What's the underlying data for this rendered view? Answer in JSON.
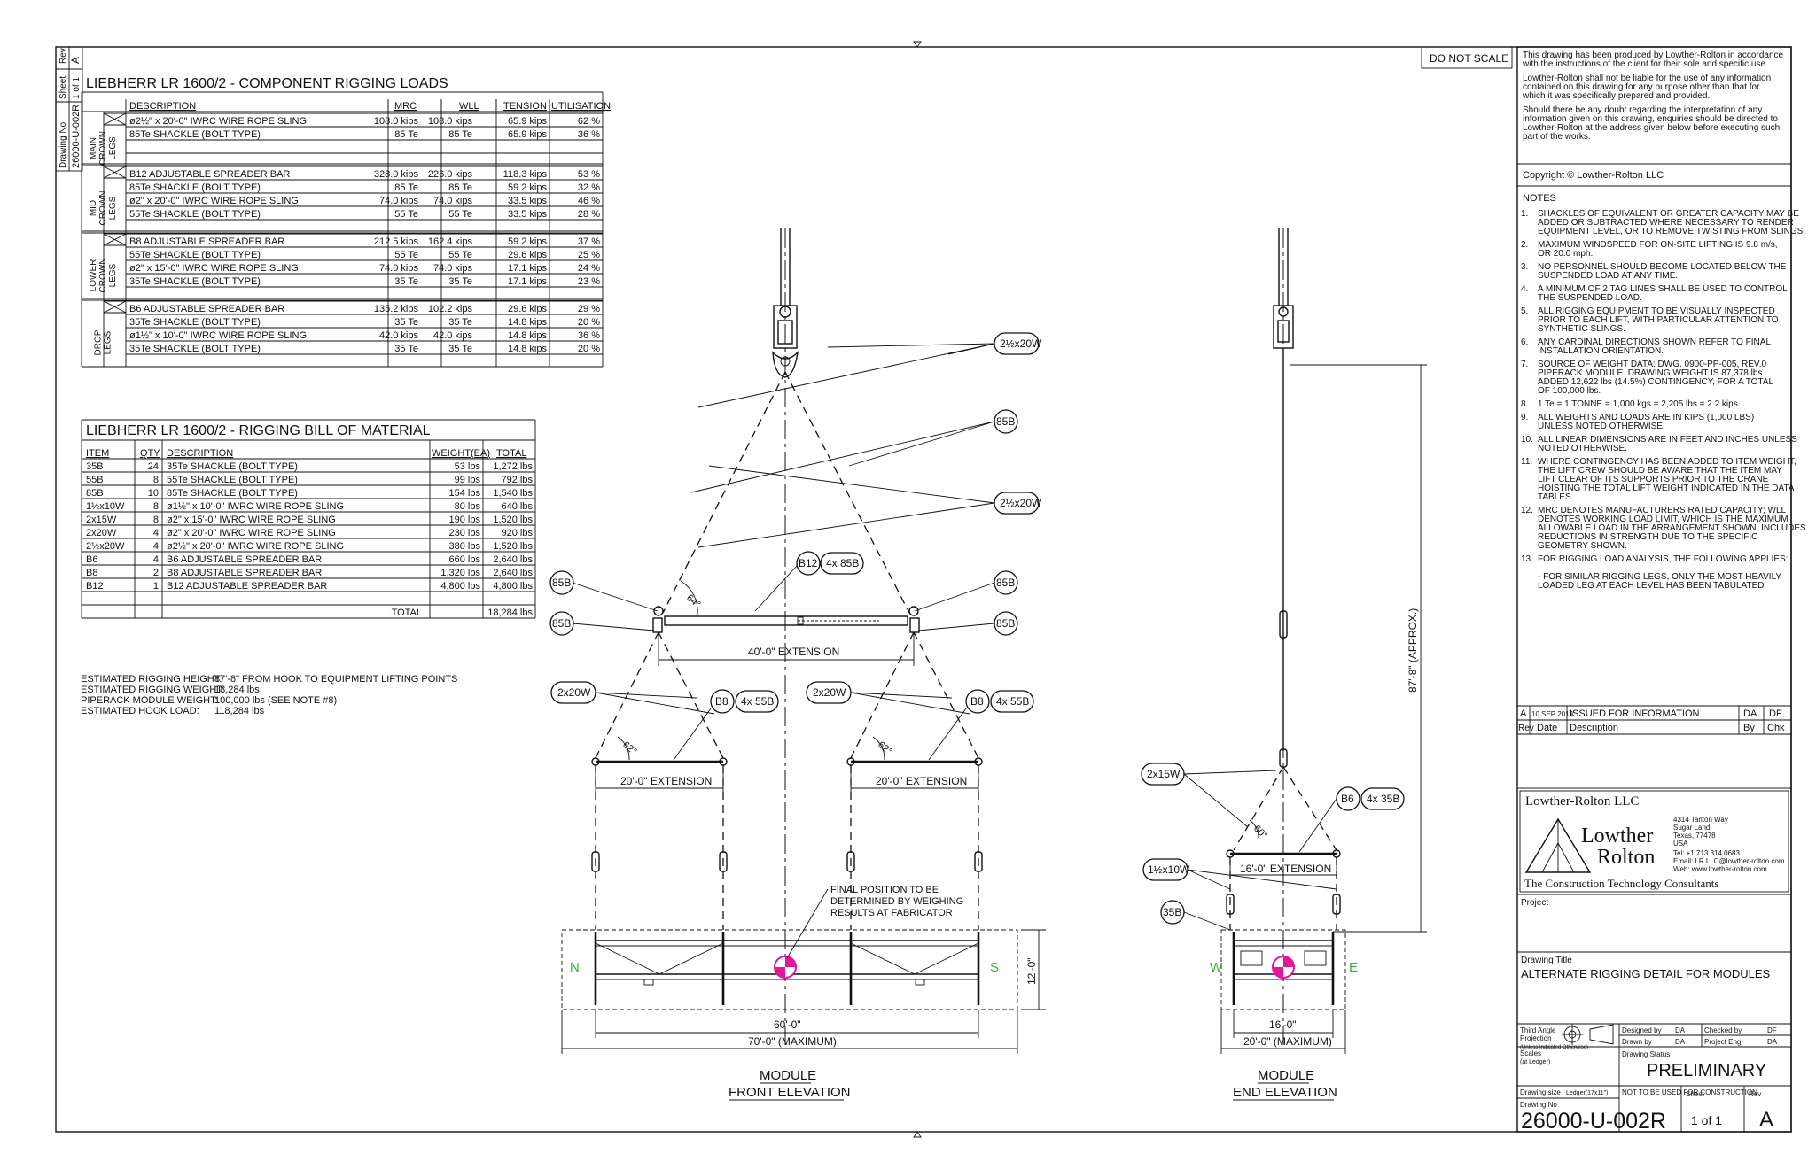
{
  "do_not_scale": "DO NOT SCALE",
  "border": {
    "rev_label": "Rev",
    "rev_value": "A",
    "sheet_label": "Sheet",
    "sheet_value": "1 of 1",
    "drawing_no_label": "Drawing No",
    "drawing_no_value": "26000-U-002R"
  },
  "component_table": {
    "title": "LIEBHERR LR 1600/2 - COMPONENT RIGGING LOADS",
    "headers": [
      "DESCRIPTION",
      "MRC",
      "WLL",
      "TENSION",
      "UTILISATION"
    ],
    "groups": [
      {
        "label": "MAIN CROWN LEGS",
        "rows": [
          [
            "ø2½\" x 20'-0\" IWRC WIRE ROPE SLING",
            "108.0 kips",
            "108.0 kips",
            "65.9 kips",
            "62 %"
          ],
          [
            "85Te SHACKLE (BOLT TYPE)",
            "85 Te",
            "85 Te",
            "65.9 kips",
            "36 %"
          ],
          [
            "",
            "",
            "",
            "",
            ""
          ]
        ]
      },
      {
        "label": "MID CROWN LEGS",
        "rows": [
          [
            "B12 ADJUSTABLE SPREADER BAR",
            "328.0 kips",
            "226.0 kips",
            "118.3 kips",
            "53 %"
          ],
          [
            "85Te SHACKLE (BOLT TYPE)",
            "85 Te",
            "85 Te",
            "59.2 kips",
            "32 %"
          ],
          [
            "ø2\" x 20'-0\" IWRC WIRE ROPE SLING",
            "74.0 kips",
            "74.0 kips",
            "33.5 kips",
            "46 %"
          ],
          [
            "55Te SHACKLE (BOLT TYPE)",
            "55 Te",
            "55 Te",
            "33.5 kips",
            "28 %"
          ]
        ]
      },
      {
        "label": "LOWER CROWN LEGS",
        "rows": [
          [
            "B8 ADJUSTABLE SPREADER BAR",
            "212.5 kips",
            "162.4 kips",
            "59.2 kips",
            "37 %"
          ],
          [
            "55Te SHACKLE (BOLT TYPE)",
            "55 Te",
            "55 Te",
            "29.6 kips",
            "25 %"
          ],
          [
            "ø2\" x 15'-0\" IWRC WIRE ROPE SLING",
            "74.0 kips",
            "74.0 kips",
            "17.1 kips",
            "24 %"
          ],
          [
            "35Te SHACKLE (BOLT TYPE)",
            "35 Te",
            "35 Te",
            "17.1 kips",
            "23 %"
          ]
        ]
      },
      {
        "label": "DROP LEGS",
        "rows": [
          [
            "B6 ADJUSTABLE SPREADER BAR",
            "135.2 kips",
            "102.2 kips",
            "29.6 kips",
            "29 %"
          ],
          [
            "35Te SHACKLE (BOLT TYPE)",
            "35 Te",
            "35 Te",
            "14.8 kips",
            "20 %"
          ],
          [
            "ø1½\" x 10'-0\" IWRC WIRE ROPE SLING",
            "42.0 kips",
            "42.0 kips",
            "14.8 kips",
            "36 %"
          ],
          [
            "35Te SHACKLE (BOLT TYPE)",
            "35 Te",
            "35 Te",
            "14.8 kips",
            "20 %"
          ]
        ]
      }
    ]
  },
  "bom_table": {
    "title": "LIEBHERR LR 1600/2 - RIGGING BILL OF MATERIAL",
    "headers": [
      "ITEM",
      "QTY",
      "DESCRIPTION",
      "WEIGHT(EA)",
      "TOTAL"
    ],
    "rows": [
      [
        "35B",
        "24",
        "35Te SHACKLE (BOLT TYPE)",
        "53 lbs",
        "1,272 lbs"
      ],
      [
        "55B",
        "8",
        "55Te SHACKLE (BOLT TYPE)",
        "99 lbs",
        "792 lbs"
      ],
      [
        "85B",
        "10",
        "85Te SHACKLE (BOLT TYPE)",
        "154 lbs",
        "1,540 lbs"
      ],
      [
        "1½x10W",
        "8",
        "ø1½\" x 10'-0\" IWRC WIRE ROPE SLING",
        "80 lbs",
        "640 lbs"
      ],
      [
        "2x15W",
        "8",
        "ø2\" x 15'-0\" IWRC WIRE ROPE SLING",
        "190 lbs",
        "1,520 lbs"
      ],
      [
        "2x20W",
        "4",
        "ø2\" x 20'-0\" IWRC WIRE ROPE SLING",
        "230 lbs",
        "920 lbs"
      ],
      [
        "2½x20W",
        "4",
        "ø2½\" x 20'-0\" IWRC WIRE ROPE SLING",
        "380 lbs",
        "1,520 lbs"
      ],
      [
        "B6",
        "4",
        "B6 ADJUSTABLE SPREADER BAR",
        "660 lbs",
        "2,640 lbs"
      ],
      [
        "B8",
        "2",
        "B8 ADJUSTABLE SPREADER BAR",
        "1,320 lbs",
        "2,640 lbs"
      ],
      [
        "B12",
        "1",
        "B12 ADJUSTABLE SPREADER BAR",
        "4,800 lbs",
        "4,800 lbs"
      ],
      [
        "",
        "",
        "",
        "",
        ""
      ]
    ],
    "total_label": "TOTAL",
    "total_value": "18,284 lbs"
  },
  "estimates": [
    {
      "label": "ESTIMATED RIGGING HEIGHT:",
      "value": "87'-8\" FROM HOOK TO EQUIPMENT LIFTING POINTS"
    },
    {
      "label": "ESTIMATED RIGGING WEIGHT:",
      "value": "18,284 lbs"
    },
    {
      "label": "PIPERACK MODULE WEIGHT:",
      "value": "100,000 lbs (SEE NOTE #8)"
    },
    {
      "label": "ESTIMATED HOOK LOAD:",
      "value": "118,284 lbs"
    }
  ],
  "front": {
    "tags": {
      "sling_25x20w": "2½x20W",
      "shackle_85b": "85B",
      "b12": "B12",
      "b12_qty": "4x 85B",
      "sling_2x20w": "2x20W",
      "b8": "B8",
      "b8_qty": "4x 55B"
    },
    "angle_64": "64°",
    "angle_62": "62°",
    "ext_40": "40'-0\" EXTENSION",
    "ext_20": "20'-0\" EXTENSION",
    "final_note": [
      "FINAL POSITION TO BE",
      "DETERMINED BY WEIGHING",
      "RESULTS AT FABRICATOR"
    ],
    "north": "N",
    "south": "S",
    "height_dim": "12'-0\"",
    "dim_60": "60'-0\"",
    "dim_70": "70'-0\" (MAXIMUM)",
    "title_1": "MODULE",
    "title_2": "FRONT ELEVATION"
  },
  "end": {
    "tags": {
      "sling_2x15w": "2x15W",
      "b6": "B6",
      "b6_qty": "4x 35B",
      "sling_15x10w": "1½x10W",
      "shackle_35b": "35B"
    },
    "angle_60": "60°",
    "ext_16": "16'-0\" EXTENSION",
    "approx_height": "87'-8\" (APPROX.)",
    "west": "W",
    "east": "E",
    "dim_16": "16'-0\"",
    "dim_20": "20'-0\" (MAXIMUM)",
    "title_1": "MODULE",
    "title_2": "END ELEVATION"
  },
  "disclaimer": [
    [
      "This drawing has been produced by Lowther-Rolton in accordance",
      "with the instructions of the client for their sole and specific use."
    ],
    [
      "Lowther-Rolton shall not be liable for the use of any information",
      "contained on this drawing for any purpose other than that for",
      "which it was specifically prepared and provided."
    ],
    [
      "Should there be any doubt regarding the interpretation of any",
      "information given on this drawing, enquiries should be directed to",
      "Lowther-Rolton at the address given below before executing such",
      "part of the works."
    ]
  ],
  "copyright": "Copyright © Lowther-Rolton LLC",
  "notes_title": "NOTES",
  "notes": [
    [
      "SHACKLES OF EQUIVALENT OR GREATER CAPACITY MAY BE",
      "ADDED OR SUBTRACTED WHERE NECESSARY TO RENDER",
      "EQUIPMENT LEVEL, OR TO REMOVE TWISTING FROM SLINGS."
    ],
    [
      "MAXIMUM WINDSPEED FOR ON-SITE LIFTING IS 9.8 m/s,",
      "OR 20.0 mph."
    ],
    [
      "NO PERSONNEL SHOULD BECOME LOCATED BELOW THE",
      "SUSPENDED LOAD AT ANY TIME."
    ],
    [
      "A MINIMUM OF 2 TAG LINES SHALL BE USED TO CONTROL",
      "THE SUSPENDED LOAD."
    ],
    [
      "ALL RIGGING EQUIPMENT TO BE VISUALLY INSPECTED",
      "PRIOR TO EACH LIFT, WITH PARTICULAR ATTENTION TO",
      "SYNTHETIC SLINGS."
    ],
    [
      "ANY CARDINAL DIRECTIONS SHOWN REFER TO FINAL",
      "INSTALLATION ORIENTATION."
    ],
    [
      "SOURCE OF WEIGHT DATA: DWG. 0900-PP-005, REV.0",
      "PIPERACK MODULE. DRAWING WEIGHT IS 87,378 lbs.",
      "ADDED 12,622 lbs (14.5%) CONTINGENCY, FOR A TOTAL",
      "OF 100,000 lbs."
    ],
    [
      "1 Te = 1 TONNE = 1,000 kgs = 2,205 lbs = 2.2 kips"
    ],
    [
      "ALL WEIGHTS AND LOADS ARE IN KIPS (1,000 LBS)",
      "UNLESS NOTED OTHERWISE."
    ],
    [
      "ALL LINEAR DIMENSIONS ARE IN FEET AND INCHES UNLESS",
      "NOTED OTHERWISE."
    ],
    [
      "WHERE CONTINGENCY HAS BEEN ADDED TO ITEM WEIGHT,",
      "THE LIFT CREW SHOULD BE AWARE THAT THE ITEM MAY",
      "LIFT CLEAR OF ITS SUPPORTS PRIOR TO THE CRANE",
      "HOISTING THE TOTAL LIFT WEIGHT INDICATED IN THE DATA",
      "TABLES."
    ],
    [
      "MRC DENOTES MANUFACTURERS RATED CAPACITY; WLL",
      "DENOTES WORKING LOAD LIMIT, WHICH IS THE MAXIMUM",
      "ALLOWABLE LOAD IN THE ARRANGEMENT SHOWN. INCLUDES",
      "REDUCTIONS IN STRENGTH DUE TO THE SPECIFIC",
      "GEOMETRY SHOWN."
    ],
    [
      "FOR RIGGING LOAD ANALYSIS, THE FOLLOWING APPLIES:",
      "",
      "- FOR SIMILAR RIGGING LEGS, ONLY THE MOST HEAVILY",
      "LOADED LEG AT EACH LEVEL HAS BEEN TABULATED"
    ]
  ],
  "revision": {
    "rev": "A",
    "date": "10 SEP 2019",
    "description": "ISSUED FOR INFORMATION",
    "by": "DA",
    "chk": "DF",
    "headers": {
      "rev": "Rev",
      "date": "Date",
      "description": "Description",
      "by": "By",
      "chk": "Chk"
    }
  },
  "company": {
    "header": "Lowther-Rolton LLC",
    "name_1": "Lowther",
    "name_2": "Rolton",
    "address": [
      "4314 Tarlton Way",
      "Sugar Land",
      "Texas, 77478",
      "USA"
    ],
    "contact": [
      "Tel: +1 713 314 0683",
      "Email: LR.LLC@lowther-rolton.com",
      "Web: www.lowther-rolton.com"
    ],
    "tagline": "The Construction Technology Consultants"
  },
  "project_label": "Project",
  "drawing_title_label": "Drawing Title",
  "drawing_title": "ALTERNATE RIGGING DETAIL FOR MODULES",
  "titleblock": {
    "projection": [
      "Third Angle",
      "Projection",
      "(Unless Indicated Otherwise)"
    ],
    "designed_by_label": "Designed by",
    "designed_by": "DA",
    "checked_by_label": "Checked by",
    "checked_by": "DF",
    "drawn_by_label": "Drawn by",
    "drawn_by": "DA",
    "project_eng_label": "Project Eng",
    "project_eng": "DA",
    "scales_label": "Scales",
    "scales_sub": "(at Ledger)",
    "status_label": "Drawing Status",
    "status": "PRELIMINARY",
    "status_note": "NOT TO BE USED FOR CONSTRUCTION",
    "size_label": "Drawing size",
    "size": "Ledger(17x11\")",
    "number_label": "Drawing No",
    "number": "26000-U-002R",
    "sheet_label": "Sheet",
    "sheet": "1 of 1",
    "rev_label": "Rev",
    "rev": "A"
  },
  "colors": {
    "ink": "#111111",
    "magenta": "#e0169b",
    "green": "#2db52d"
  }
}
